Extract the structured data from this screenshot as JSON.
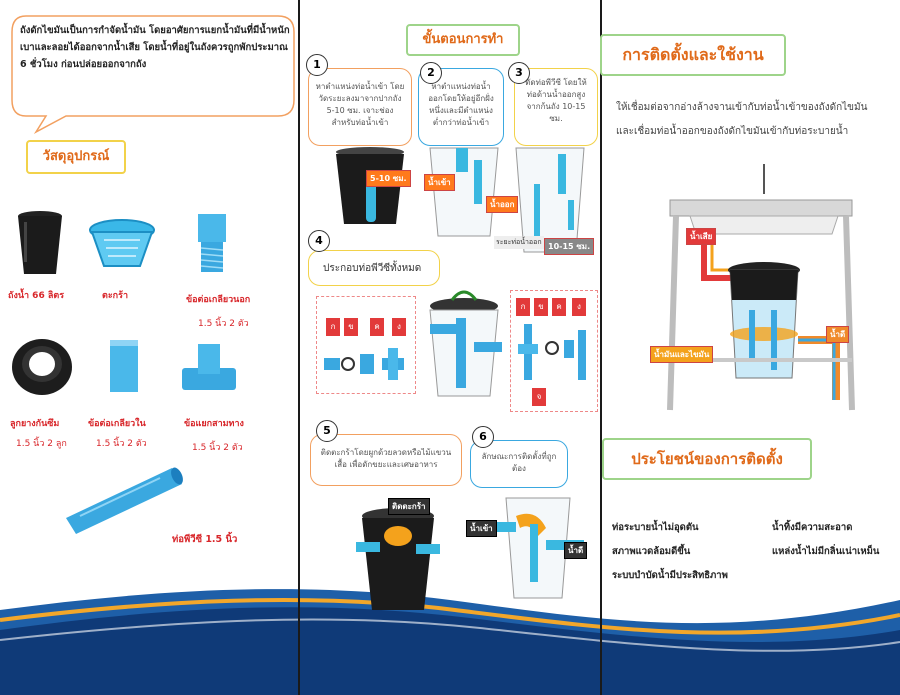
{
  "col1": {
    "intro": "ถังดักไขมันเป็นการกำจัดน้ำมัน โดยอาศัยการแยกน้ำมันที่มีน้ำหนักเบาและลอยได้ออกจากน้ำเสีย โดยน้ำที่อยู่ในถังควรถูกพักประมาณ 6 ชั่วโมง ก่อนปล่อยออกจากถัง",
    "materials_title": "วัสดุอุปกรณ์",
    "items": [
      {
        "name": "ถังน้ำ 66 ลิตร",
        "qty": ""
      },
      {
        "name": "ตะกร้า",
        "qty": ""
      },
      {
        "name": "ข้อต่อเกลียวนอก",
        "qty": "1.5 นิ้ว 2 ตัว"
      },
      {
        "name": "ลูกยางกันซึม",
        "qty": "1.5 นิ้ว 2 ลูก"
      },
      {
        "name": "ข้อต่อเกลียวใน",
        "qty": "1.5 นิ้ว 2 ตัว"
      },
      {
        "name": "ข้อแยกสามทาง",
        "qty": "1.5 นิ้ว 2 ตัว"
      },
      {
        "name": "ท่อพีวีซี 1.5 นิ้ว",
        "qty": ""
      }
    ]
  },
  "col2": {
    "title": "ขั้นตอนการทำ",
    "steps": [
      {
        "num": "1",
        "text": "หาตำแหน่งท่อน้ำเข้า โดยวัดระยะลงมาจากปากถัง 5-10 ซม. เจาะช่องสำหรับท่อน้ำเข้า"
      },
      {
        "num": "2",
        "text": "หาตำแหน่งท่อน้ำออกโดยให้อยู่อีกฝั่งหนึ่งและมีตำแหน่งต่ำกว่าท่อน้ำเข้า"
      },
      {
        "num": "3",
        "text": "ตัดท่อพีวีซี โดยให้ท่อด้านน้ำออกสูงจากก้นถัง 10-15 ซม."
      },
      {
        "num": "4",
        "text": "ประกอบท่อพีวีซีทั้งหมด"
      },
      {
        "num": "5",
        "text": "ติดตะกร้าโดยผูกด้วยลวดหรือไม้แขวนเสื้อ เพื่อดักขยะและเศษอาหาร"
      },
      {
        "num": "6",
        "text": "ลักษณะการติดตั้งที่ถูกต้อง"
      }
    ],
    "labels": {
      "dim1": "5-10 ซม.",
      "in": "น้ำเข้า",
      "out": "น้ำออก",
      "below_pipe": "ระยะท่อน้ำออก",
      "dim2": "10-15 ซม.",
      "ka": "ก",
      "kho": "ข",
      "kho2": "ค",
      "ngo": "ง",
      "cho": "จ",
      "basket": "ติดตะกร้า",
      "in2": "น้ำเข้า",
      "out2": "น้ำดี"
    }
  },
  "col3": {
    "install_title": "การติดตั้งและใช้งาน",
    "install_text": "ให้เชื่อมต่อจากอ่างล้างจานเข้ากับท่อน้ำเข้าของถังดักไขมัน และเชื่อมท่อน้ำออกของถังดักไขมันเข้ากับท่อระบายน้ำ",
    "diag_labels": {
      "waste": "น้ำเสีย",
      "good": "น้ำดี",
      "oil": "น้ำมันและไขมัน"
    },
    "benefit_title": "ประโยชน์ของการติดตั้ง",
    "benefits": [
      "ท่อระบายน้ำไม่อุดตัน",
      "น้ำทิ้งมีความสะอาด",
      "สภาพแวดล้อมดีขึ้น",
      "แหล่งน้ำไม่มีกลิ่นเน่าเหม็น",
      "ระบบบำบัดน้ำมีประสิทธิภาพ"
    ]
  },
  "colors": {
    "red": "#d8262a",
    "blue": "#3aa8e0",
    "orange": "#ffb03a",
    "navy": "#0f3a78",
    "gold": "#f2a72b"
  }
}
